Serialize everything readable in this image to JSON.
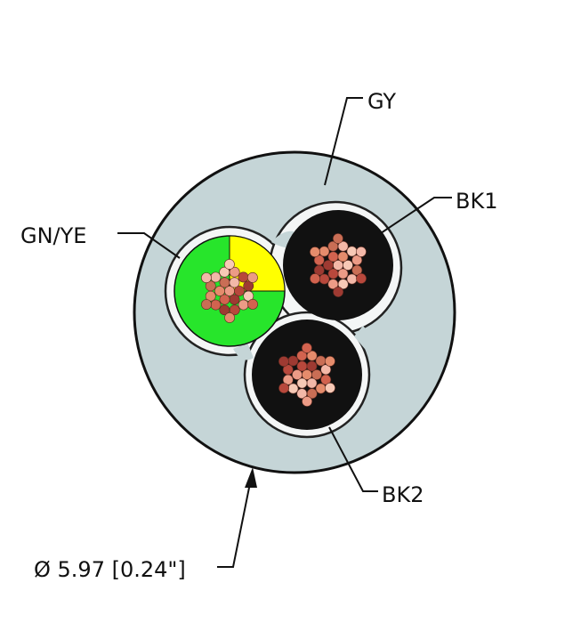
{
  "labels": {
    "jacket": "GY",
    "core1": "BK1",
    "core2": "BK2",
    "ground": "GN/YE",
    "diameter": "Ø 5.97 [0.24\"]"
  },
  "colors": {
    "jacket": "#c5d5d7",
    "ground_green": "#27e52b",
    "ground_yellow": "#ffff00",
    "core_black": "#111111",
    "filler": "#555555",
    "strand_palette": [
      "#ec9b86",
      "#d2634f",
      "#f3b8a8",
      "#b8483c",
      "#e58c6c",
      "#f7c9b6",
      "#9e3a32",
      "#c96e55"
    ]
  },
  "icons": [
    "cable-cross-section-icon"
  ]
}
